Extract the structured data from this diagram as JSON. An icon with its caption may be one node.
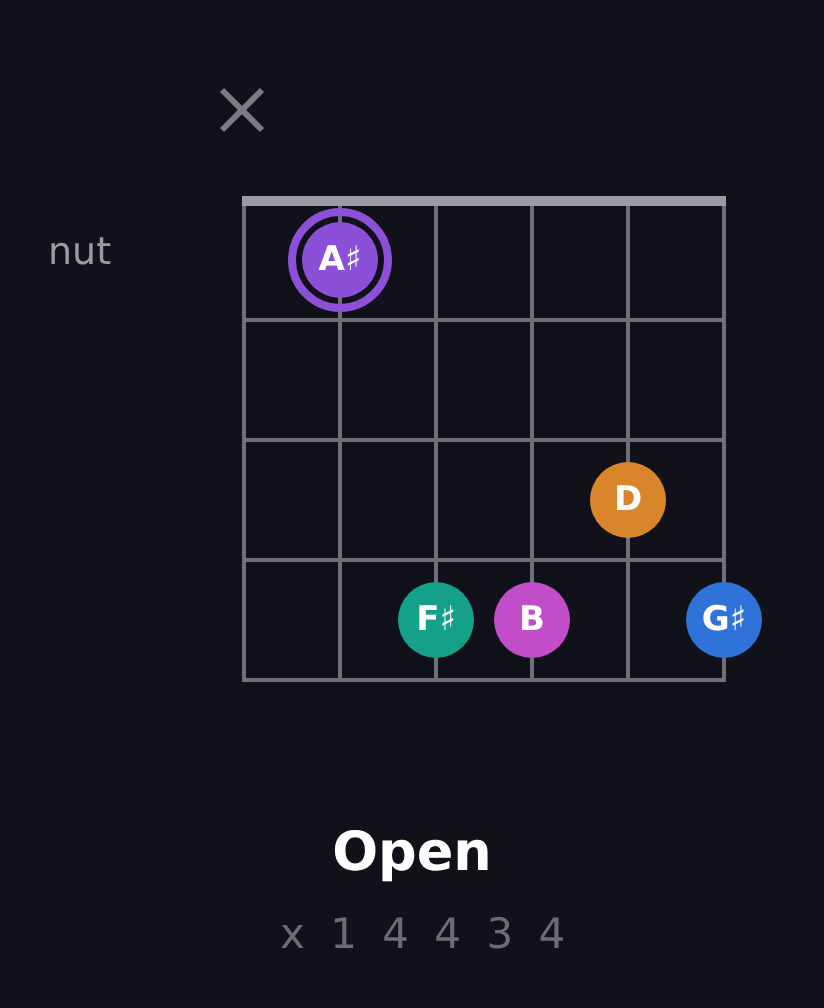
{
  "diagram": {
    "title": "Open",
    "nodes": [
      {
        "text": [
          "A♯"
        ]
      },
      {
        "text": [
          "D"
        ]
      },
      {
        "text": [
          "F♯"
        ]
      },
      {
        "text": [
          "B"
        ]
      },
      {
        "text": [
          "G♯"
        ]
      }
    ],
    "labels": [
      "nut",
      "x 1 4 4 3 4"
    ]
  }
}
